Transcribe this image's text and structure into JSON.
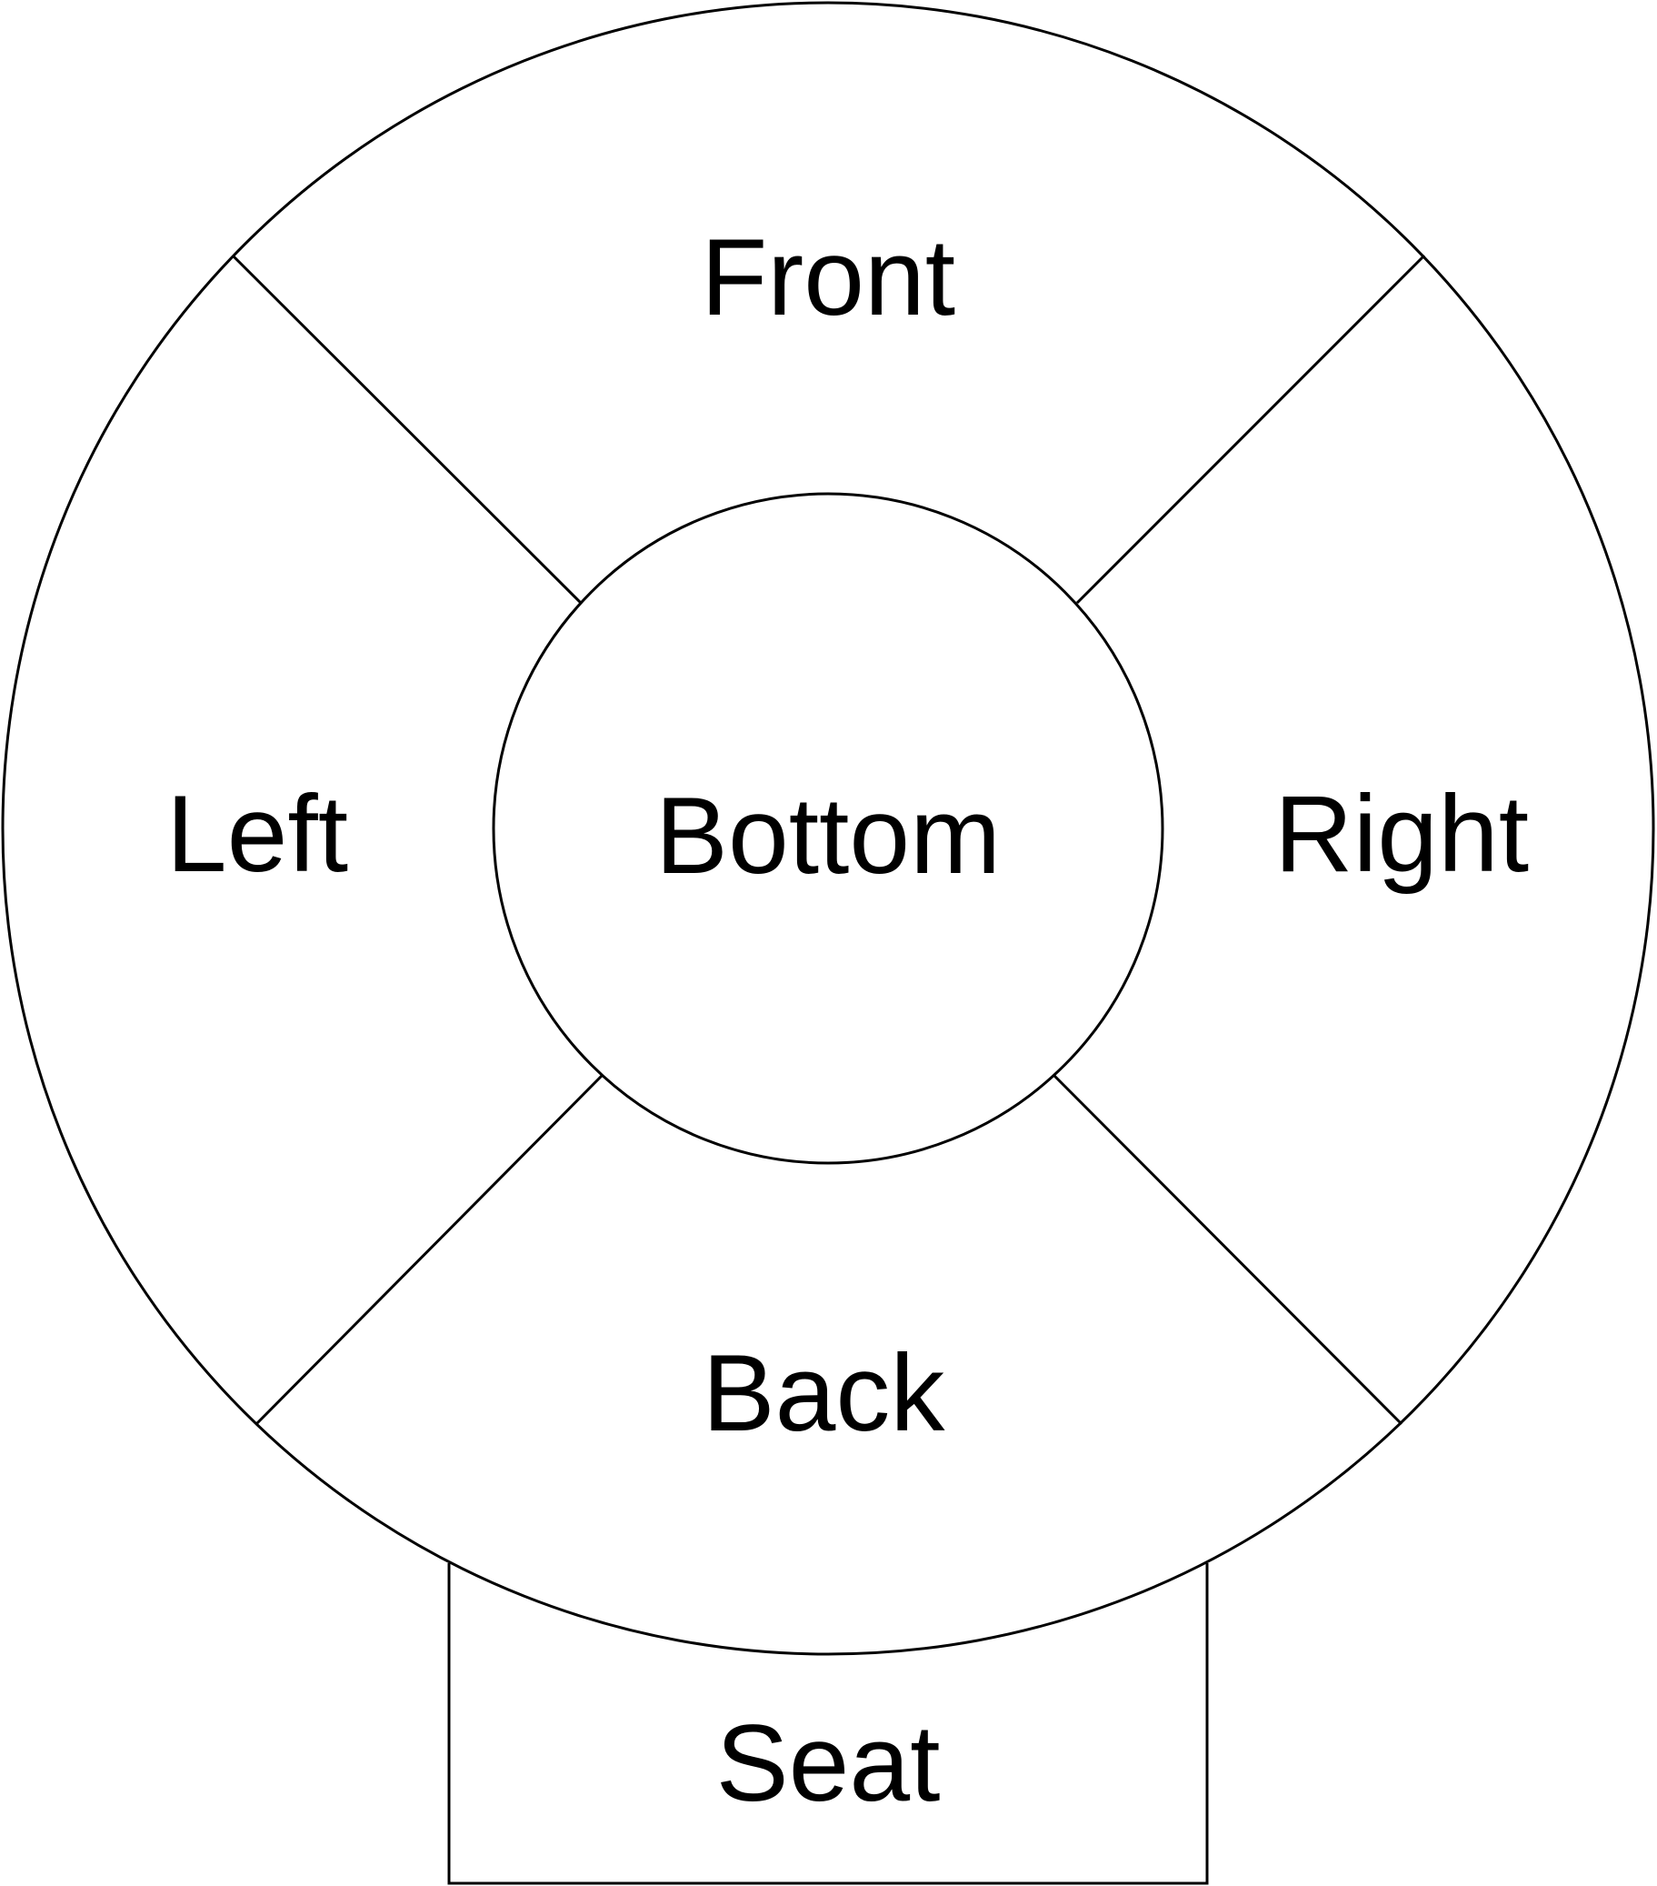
{
  "diagram": {
    "colors": {
      "stroke": "#000000",
      "background": "#ffffff",
      "text": "#000000"
    },
    "regions": {
      "front": "Front",
      "left": "Left",
      "bottom": "Bottom",
      "right": "Right",
      "back": "Back",
      "seat": "Seat"
    }
  }
}
